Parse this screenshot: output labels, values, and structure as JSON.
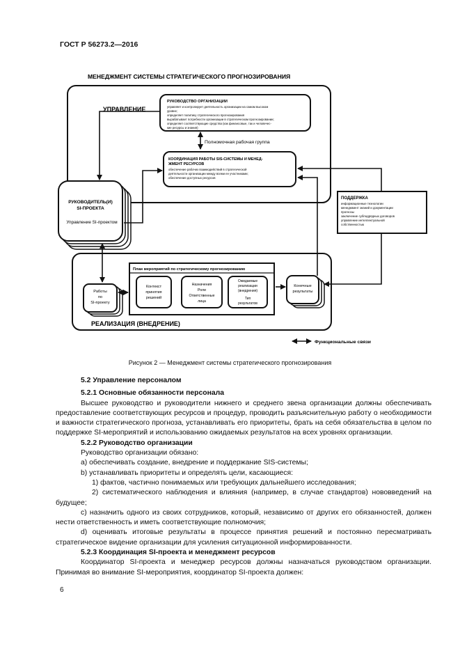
{
  "header": {
    "doc_code": "ГОСТ Р 56273.2—2016"
  },
  "figure": {
    "title": "МЕНЕДЖМЕНТ СИСТЕМЫ СТРАТЕГИЧЕСКОГО ПРОГНОЗИРОВАНИЯ",
    "management_label": "УПРАВЛЕНИЕ",
    "org_box": {
      "title": "РУКОВОДСТВО ОРГАНИЗАЦИИ",
      "lines": [
        "управляет и контролирует деятельность организации на самом высоком",
        "уровне;",
        "определяет политику стратегического прогнозирования",
        "вырабатывает потребности организации в стратегическом прогнозировании;",
        "определяет соответствующие средства (как финансовые, так и человечес-",
        "кие ресурсы и знания)"
      ]
    },
    "working_group": "Полномочная рабочая группа",
    "coord_box": {
      "title1": "КООРДИНАЦИЯ РАБОТЫ SIS-СИСТЕМЫ И МЕНЕД-",
      "title2": "ЖМЕНТ РЕСУРСОВ",
      "lines": [
        "обеспечение рабочих взаимодействий в стратегической",
        "деятельности организации между всеми ее участниками;",
        "обеспечение доступных ресурсов"
      ]
    },
    "leaders_box": {
      "lines": [
        "РУКОВОДИТЕЛЬ(И)",
        "SI-ПРОЕКТА"
      ],
      "sub": "Управление SI-проектом"
    },
    "support_box": {
      "title": "ПОДДЕРЖКА",
      "items": [
        "информационные технологии",
        "менеджмент знаний и документации",
        "прогнозы",
        "заключение субподрядных договоров",
        "управление интеллектуальной",
        "собственностью"
      ]
    },
    "plan_title": "План мероприятий по стратегическому прогнозированию",
    "works_box": [
      "Работы",
      "по",
      "SI-проекту"
    ],
    "plan_boxes": [
      [
        "Контекст",
        "принятия",
        "решений"
      ],
      [
        "Назначения",
        "Роли",
        "Ответственные",
        "лица"
      ],
      [
        "Ожидаемые",
        "реализации",
        "(внедрения)",
        "",
        "Тип",
        "результатов"
      ]
    ],
    "results_box": [
      "Конечные",
      "результаты"
    ],
    "implementation_label": "РЕАЛИЗАЦИЯ (ВНЕДРЕНИЕ)",
    "legend": "Функциональные связи"
  },
  "caption": "Рисунок 2 — Менеджмент системы стратегического прогнозирования",
  "text": {
    "h_5_2": "5.2 Управление персоналом",
    "h_5_2_1": "5.2.1 Основные обязанности персонала",
    "p_5_2_1": "Высшее руководство и руководители нижнего и среднего звена организации должны обеспечивать предоставление соответствующих ресурсов и процедур, проводить разъяснительную работу о необходимости и важности стратегического прогноза, устанавливать его приоритеты, брать на себя обязательства в целом по поддержке SI-мероприятий и использованию ожидаемых результатов на всех уровнях организации.",
    "h_5_2_2": "5.2.2 Руководство организации",
    "p_intro": "Руководство организации обязано:",
    "p_a": "а) обеспечивать создание, внедрение и поддержание SIS-системы;",
    "p_b": "b) устанавливать приоритеты и определять цели, касающиеся:",
    "p_b1": "1) фактов, частично понимаемых или требующих дальнейшего исследования;",
    "p_b2": "2) систематического наблюдения и влияния (например, в случае стандартов) нововведений на будущее;",
    "p_c": "с) назначить одного из своих сотрудников, который, независимо от других его обязанностей, должен нести ответственность и иметь соответствующие полномочия;",
    "p_d": "d) оценивать итоговые результаты в процессе принятия решений и постоянно пересматривать стратегическое видение организации для усиления ситуационной информированности.",
    "h_5_2_3": "5.2.3 Координация SI-проекта и менеджмент ресурсов",
    "p_5_2_3": "Координатор SI-проекта и менеджер ресурсов должны назначаться руководством организации. Принимая во внимание SI-мероприятия, координатор SI-проекта должен:"
  },
  "page_number": "6"
}
